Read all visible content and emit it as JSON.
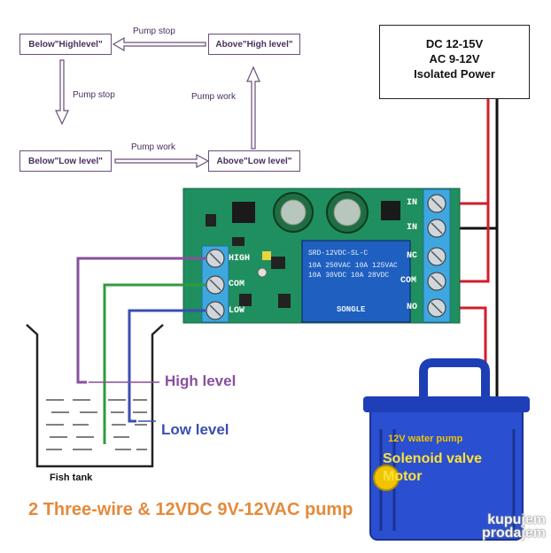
{
  "flowchart": {
    "box_below_high": "Below\"Highlevel\"",
    "box_above_high": "Above\"High level\"",
    "box_below_low": "Below\"Low level\"",
    "box_above_low": "Above\"Low level\"",
    "label_top": "Pump stop",
    "label_left": "Pump stop",
    "label_right": "Pump work",
    "label_bottom": "Pump work"
  },
  "power": {
    "line1": "DC 12-15V",
    "line2": "AC 9-12V",
    "line3": "Isolated Power"
  },
  "board": {
    "left_terminals": [
      "HIGH",
      "COM",
      "LOW"
    ],
    "right_terminals": [
      "IN",
      "IN",
      "NC",
      "COM",
      "NO"
    ],
    "relay_lines": [
      "SRD-12VDC-SL-C",
      "10A 250VAC  10A 125VAC",
      "10A 30VDC  10A 28VDC",
      "SONGLE"
    ]
  },
  "tank": {
    "high_label": "High level",
    "low_label": "Low level",
    "tank_label": "Fish tank"
  },
  "pump": {
    "title": "12V water pump",
    "line1": "Solenoid valve",
    "line2": "Motor"
  },
  "caption": "2 Three-wire & 12VDC 9V-12VAC pump",
  "watermark": {
    "line1": "kupujem",
    "line2": "prodajem"
  },
  "colors": {
    "board": "#1f8f5f",
    "relay": "#1f5fbf",
    "terminal": "#3fa7e0",
    "wire_red": "#d21e28",
    "wire_black": "#111111",
    "wire_purple": "#8a4f9e",
    "wire_green": "#2e9b3e",
    "wire_blue": "#3a4fb0",
    "pump_blue": "#2a4fd0",
    "caption": "#e58a3a"
  }
}
